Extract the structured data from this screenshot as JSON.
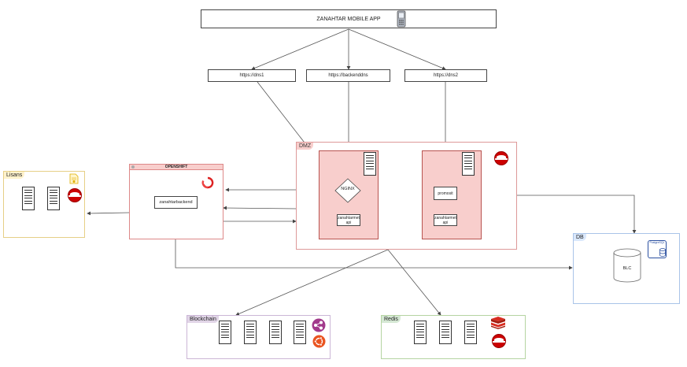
{
  "app": {
    "title": "ZANAHTAR MOBILE APP",
    "phone_icon": "mobile-phone-icon"
  },
  "dns": [
    {
      "label": "https://dns1"
    },
    {
      "label": "https://backenddns"
    },
    {
      "label": "https://dns2"
    }
  ],
  "dmz": {
    "title": "DMZ",
    "left": {
      "nginx": "NGINX",
      "api": "zanahtarmet api"
    },
    "right": {
      "promosit": "promosit",
      "api": "zanahtarmet api"
    }
  },
  "openshift": {
    "title": "OPENSHIFT",
    "service": "zanahtarbackend",
    "icon": "openshift-icon"
  },
  "lisans": {
    "title": "Lisans",
    "icon": "license-file-icon"
  },
  "db": {
    "title": "DB",
    "db_label": "BLC",
    "badge": "PostgreSQL"
  },
  "blockchain": {
    "title": "Blockchain"
  },
  "redis": {
    "title": "Redis"
  },
  "colors": {
    "dmz_bg": "#f8cecc",
    "dmz_border": "#b85450",
    "lisans_border": "#d6b656",
    "lisans_tag": "#fff2cc",
    "openshift_border": "#b85450",
    "openshift_header": "#f8cecc",
    "db_border": "#6c8ebf",
    "db_tag": "#dae8fc",
    "blockchain_border": "#9673a6",
    "blockchain_tag": "#e1d5e7",
    "redis_border": "#82b366",
    "redis_tag": "#d5e8d4"
  }
}
